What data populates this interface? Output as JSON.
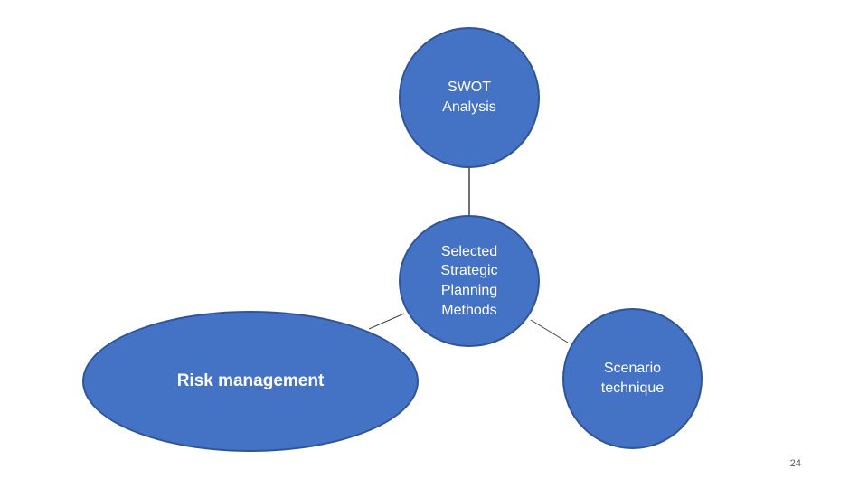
{
  "diagram": {
    "center": {
      "label": "Selected\nStrategic\nPlanning\nMethods"
    },
    "top": {
      "label": "SWOT\nAnalysis"
    },
    "left": {
      "label": "Risk management"
    },
    "right": {
      "label": "Scenario\ntechnique"
    },
    "colors": {
      "fill": "#4472c4",
      "border": "#2f5597",
      "connector": "#404040",
      "text": "#ffffff"
    }
  },
  "slide": {
    "page_number": "24"
  }
}
